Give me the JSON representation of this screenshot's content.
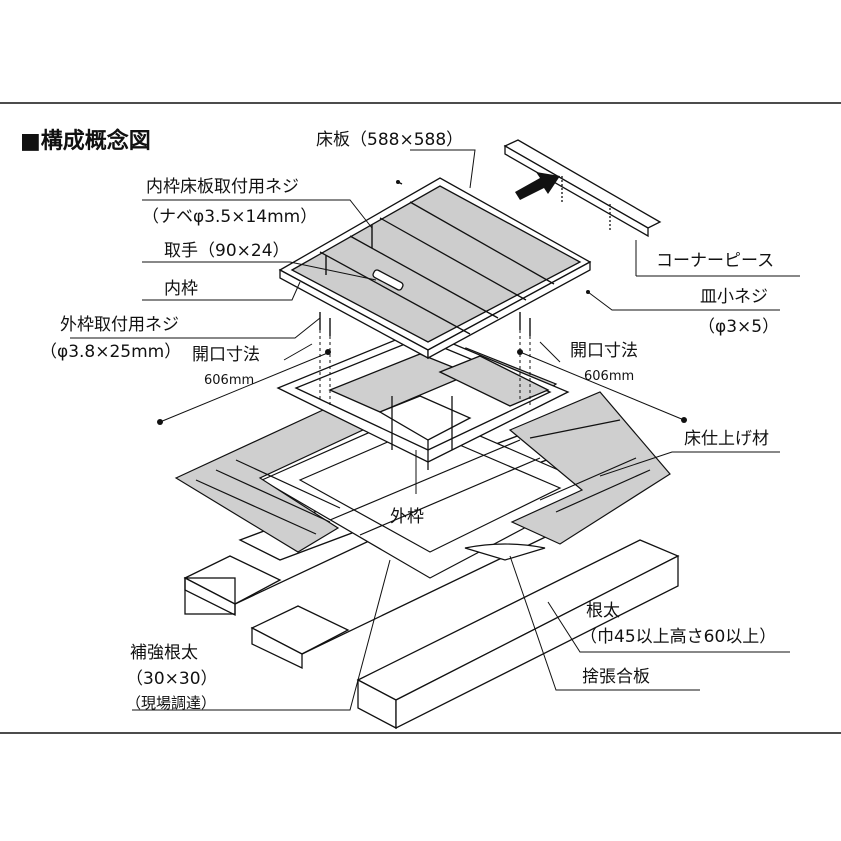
{
  "title": "■構成概念図",
  "labels": {
    "floor_board": "床板（588×588）",
    "inner_screw_1": "内枠床板取付用ネジ",
    "inner_screw_2": "（ナベφ3.5×14mm）",
    "handle": "取手（90×24）",
    "inner_frame": "内枠",
    "outer_screw_1": "外枠取付用ネジ",
    "outer_screw_2": "（φ3.8×25mm）",
    "opening_left_1": "開口寸法",
    "opening_left_2": "606mm",
    "opening_right_1": "開口寸法",
    "opening_right_2": "606mm",
    "corner_piece": "コーナーピース",
    "flat_screw_1": "皿小ネジ",
    "flat_screw_2": "（φ3×5）",
    "floor_finish": "床仕上げ材",
    "outer_frame": "外枠",
    "joist_1": "根太",
    "joist_2": "（巾45以上高さ60以上）",
    "plywood": "捨張合板",
    "reinforce_1": "補強根太",
    "reinforce_2": "（30×30）",
    "reinforce_3": "（現場調達）"
  },
  "colors": {
    "line": "#111111",
    "board": "#d2d2d2",
    "board_dark": "#b8b8b8",
    "wood": "#ffffff"
  }
}
